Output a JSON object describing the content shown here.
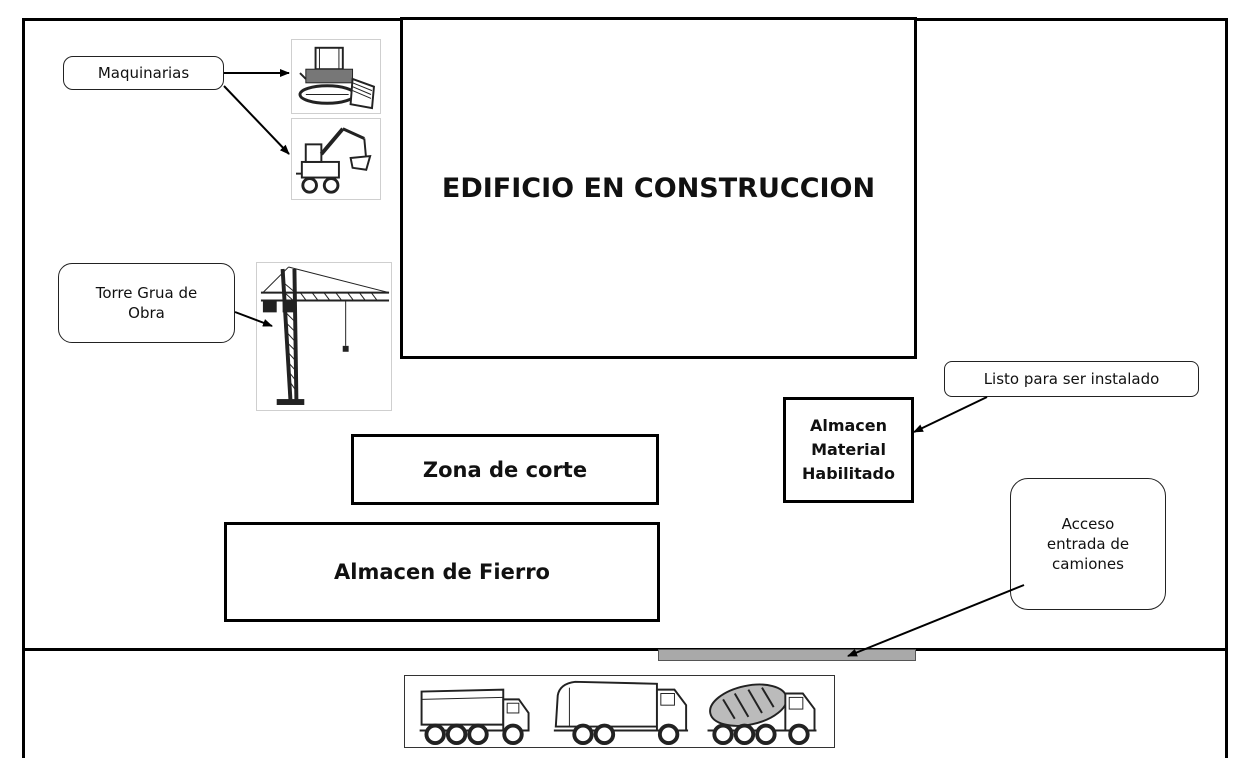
{
  "building": {
    "label": "EDIFICIO EN CONSTRUCCION"
  },
  "zones": {
    "cutting": "Zona de corte",
    "iron_storage": "Almacen de Fierro",
    "material_storage": [
      "Almacen",
      "Material",
      "Habilitado"
    ]
  },
  "callouts": {
    "machinery": "Maquinarias",
    "crane": [
      "Torre Grua de",
      "Obra"
    ],
    "ready": "Listo para ser instalado",
    "access": [
      "Acceso",
      "entrada de",
      "camiones"
    ]
  },
  "icons": [
    "bulldozer-icon",
    "excavator-icon",
    "tower-crane-icon",
    "dump-truck-icon",
    "garbage-truck-icon",
    "concrete-mixer-truck-icon"
  ]
}
